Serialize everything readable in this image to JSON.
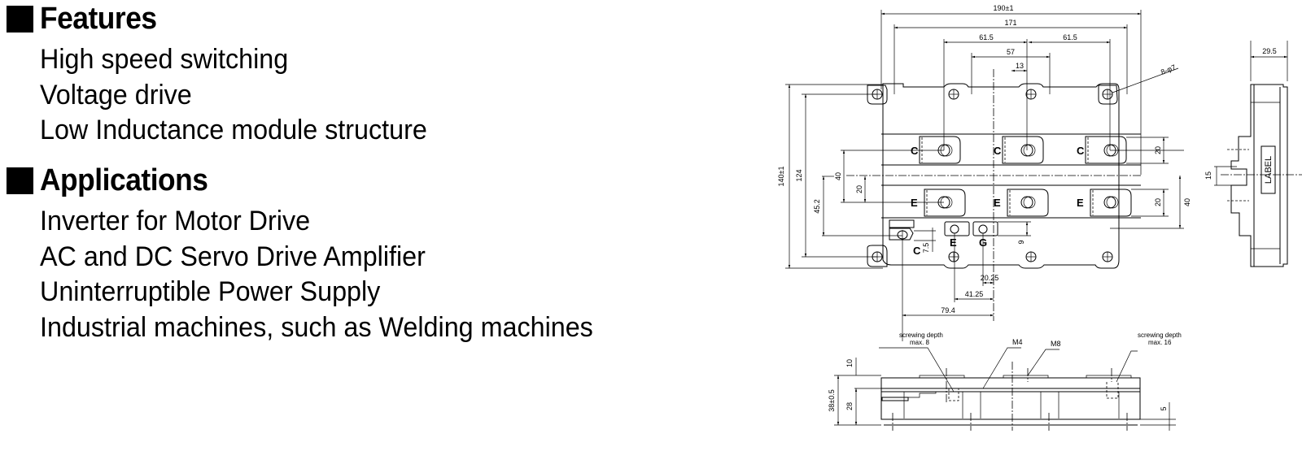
{
  "features": {
    "title": "Features",
    "items": [
      "High speed switching",
      "Voltage drive",
      "Low Inductance module structure"
    ]
  },
  "applications": {
    "title": "Applications",
    "items": [
      "Inverter for Motor Drive",
      "AC and DC Servo Drive Amplifier",
      "Uninterruptible Power Supply",
      "Industrial machines, such as Welding machines"
    ]
  },
  "drawing": {
    "top_view": {
      "dimensions": {
        "overall_width": "190±1",
        "mount_hole_span": "171",
        "terminal_pitch_left": "61.5",
        "terminal_pitch_right": "61.5",
        "mid_hole_span": "57",
        "offset_13": "13",
        "hole_callout": "8-φ7",
        "overall_height": "140±1",
        "mount_hole_height": "124",
        "gate_offset": "45.2",
        "ce_pitch": "40",
        "e_offset": "20",
        "c_tab_height": "20",
        "e_tab_height": "20",
        "right_40": "40",
        "aux_c_height": "7.5",
        "aux_gap": "9",
        "g_offset": "20.25",
        "e_offset_aux": "41.25",
        "c_offset_aux": "79.4"
      },
      "terminals": {
        "top_row": [
          "C",
          "C",
          "C"
        ],
        "bottom_row": [
          "E",
          "E",
          "E"
        ],
        "aux": [
          "C",
          "E",
          "G"
        ]
      }
    },
    "side_view": {
      "depth": "29.5",
      "label_text": "LABEL",
      "offset_15": "15"
    },
    "front_view": {
      "screw_left_line1": "screwing depth",
      "screw_left_line2": "max. 8",
      "screw_right_line1": "screwing depth",
      "screw_right_line2": "max. 16",
      "m4": "M4",
      "m8": "M8",
      "total_height": "38±0.5",
      "top_10": "10",
      "body_28": "28",
      "base_5": "5"
    }
  }
}
